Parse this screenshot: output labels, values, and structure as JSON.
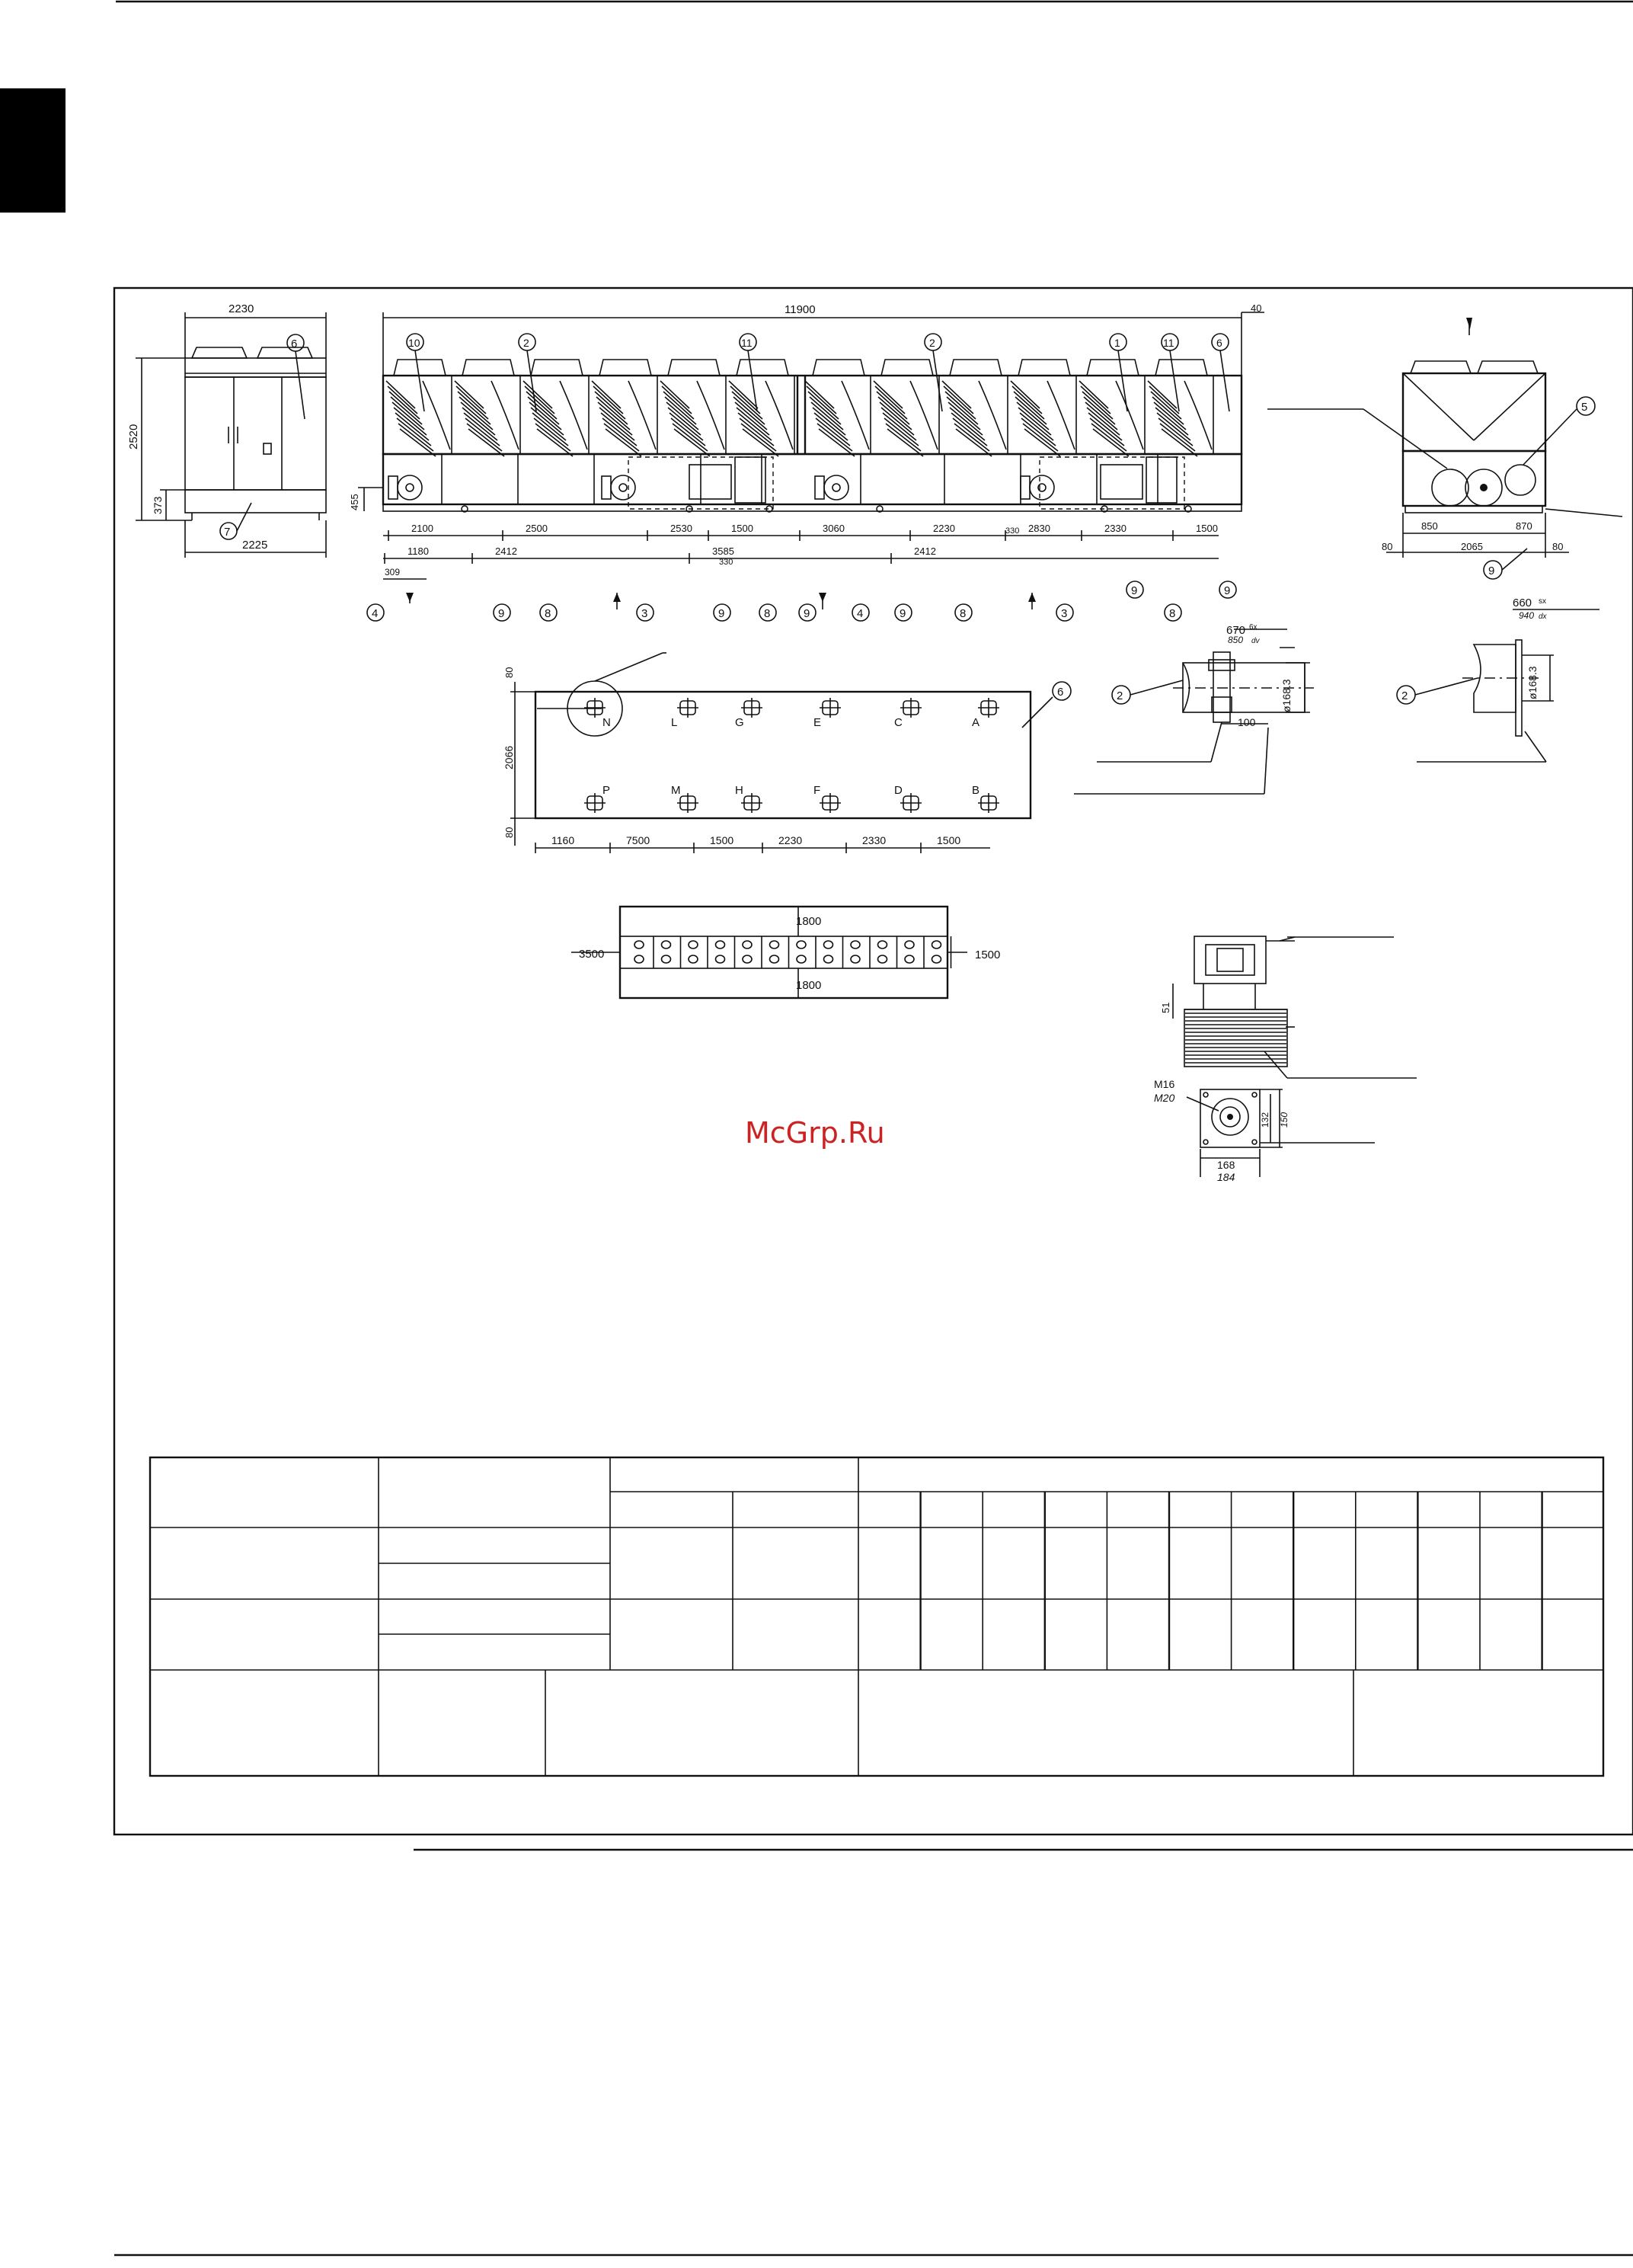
{
  "watermark": "McGrp.Ru",
  "side_view": {
    "width_top": "2230",
    "width_bottom": "2225",
    "height": "2520",
    "base_height": "373",
    "callouts": [
      "6",
      "7"
    ]
  },
  "front_view": {
    "total_length": "11900",
    "overhang": "40",
    "base_height": "455",
    "coil_callouts": [
      "10",
      "2",
      "11",
      "2",
      "1",
      "11",
      "6"
    ],
    "upper_dims": [
      "2100",
      "2500",
      "2530",
      "1500",
      "3060",
      "2230",
      "2830",
      "2330",
      "1500"
    ],
    "lower_dims": [
      "1180",
      "2412",
      "3585",
      "2412"
    ],
    "offset_309": "309",
    "small_330a": "330",
    "small_330b": "330",
    "bottom_callouts": [
      "4",
      "9",
      "8",
      "3",
      "9",
      "8",
      "9",
      "4",
      "9",
      "8",
      "3",
      "9",
      "8",
      "9"
    ]
  },
  "end_view": {
    "dim_850": "850",
    "dim_2065": "2065",
    "dim_870": "870",
    "dim_80a": "80",
    "dim_80b": "80",
    "callouts": [
      "5",
      "9"
    ]
  },
  "plan_view": {
    "top_letters": [
      "N",
      "L",
      "G",
      "E",
      "C",
      "A"
    ],
    "bottom_letters": [
      "P",
      "M",
      "H",
      "F",
      "D",
      "B"
    ],
    "dims_horizontal": [
      "1160",
      "7500",
      "1500",
      "2230",
      "2330",
      "1500"
    ],
    "dim_width": "2066",
    "dim_80_top": "80",
    "dim_80_bottom": "80",
    "callout": "6"
  },
  "clearance_view": {
    "top": "1800",
    "bottom": "1800",
    "left": "3500",
    "right": "1500"
  },
  "pipe_detail_1": {
    "dim_670": "670",
    "dim_670_sub": "6x",
    "dim_850": "850",
    "dim_850_sub": "dv",
    "diameter": "ø168.3",
    "dim_100": "100",
    "callout": "2"
  },
  "pipe_detail_2": {
    "dim_660": "660",
    "dim_660_sub": "sx",
    "dim_940": "940",
    "dim_940_sub": "dx",
    "diameter": "ø168.3",
    "callout": "2"
  },
  "anchor_detail": {
    "dim_51": "51",
    "bolt_m16": "M16",
    "bolt_m20": "M20",
    "dim_132": "132",
    "dim_150": "150",
    "dim_168": "168",
    "dim_184": "184"
  }
}
